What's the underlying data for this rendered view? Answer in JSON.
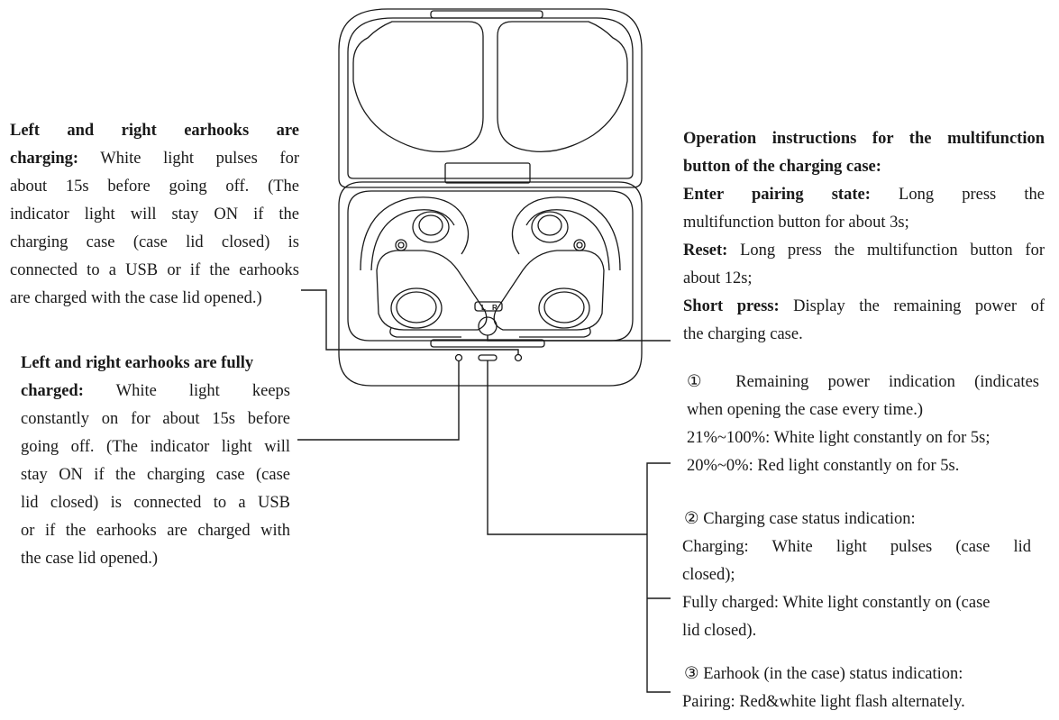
{
  "left_top": {
    "heading": "Left and right earhooks are charging:",
    "lines": [
      "Left and right earhooks are",
      "charging: White light pulses for",
      "about 15s before going off. (The",
      "indicator light will stay ON if the",
      "charging case (case lid closed) is",
      "connected to a USB or if the earhooks",
      "are charged with the case lid opened.)"
    ]
  },
  "left_bottom": {
    "lines": [
      "Left and right earhooks are fully",
      "charged: White light keeps",
      "constantly on for about 15s before",
      "going off. (The indicator light will",
      "stay ON if the charging case (case",
      "lid closed) is connected to a USB",
      "or if the earhooks are charged with",
      "the case lid opened.)"
    ]
  },
  "right_top": {
    "title_1": "Operation instructions for the multifunction",
    "title_2": "button of the charging case:",
    "pairing_label": "Enter pairing state:",
    "pairing_text_1": "Long press the",
    "pairing_text_2": "multifunction button for about 3s;",
    "reset_label": "Reset:",
    "reset_text_1": "Long press the multifunction button for",
    "reset_text_2": "about 12s;",
    "short_label": "Short press:",
    "short_text_1": "Display the remaining power of",
    "short_text_2": "the charging case."
  },
  "right_power": {
    "line_1": "① Remaining power indication (indicates",
    "line_2": "when opening the case every time.)",
    "line_3": "21%~100%: White light constantly on for 5s;",
    "line_4": "20%~0%: Red light constantly on for 5s."
  },
  "right_status": {
    "line_1": "② Charging case status indication:",
    "line_2": "Charging: White light pulses (case lid",
    "line_3": "closed);",
    "line_4": "Fully charged: White light constantly on (case",
    "line_5": "lid closed)."
  },
  "right_earhook": {
    "line_1": "③ Earhook (in the case) status indication:",
    "line_2": "Pairing: Red&white light flash alternately."
  },
  "case_labels": {
    "left": "L",
    "right": "R"
  },
  "colors": {
    "ink": "#1a1a1a",
    "background": "#ffffff"
  }
}
